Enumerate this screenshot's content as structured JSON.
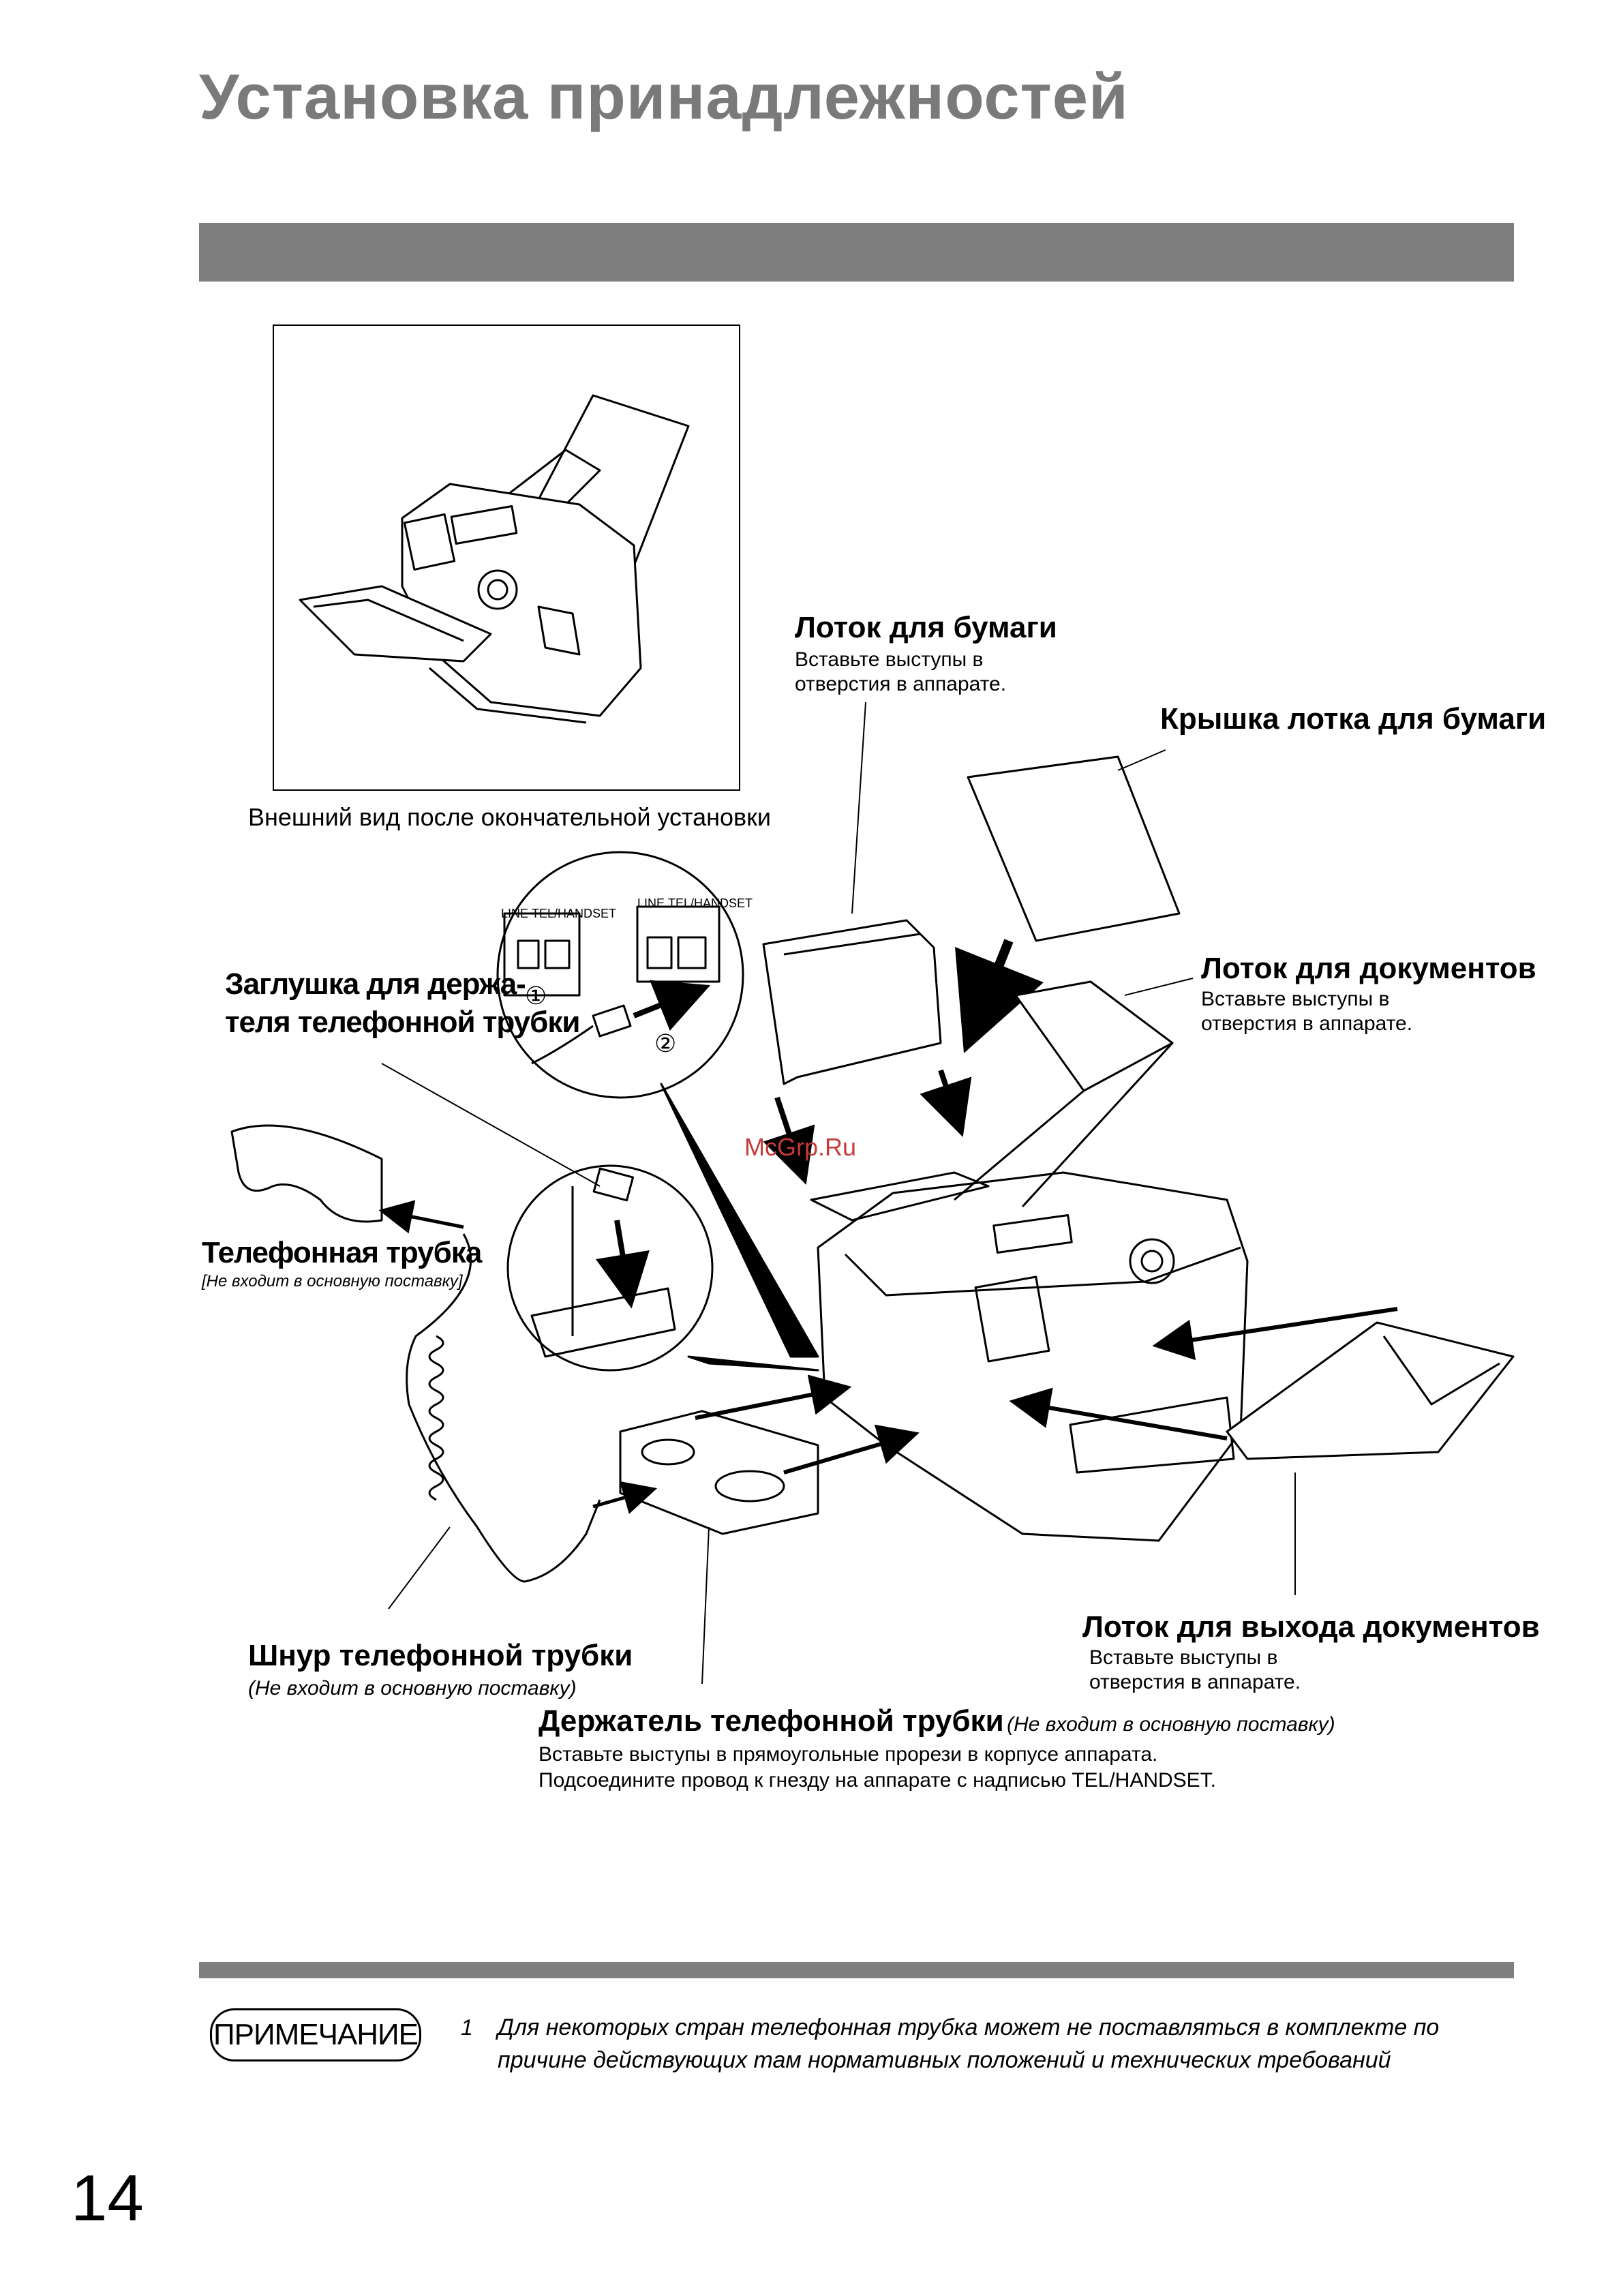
{
  "page": {
    "title": "Установка принадлежностей",
    "page_number": "14",
    "watermark": "McGrp.Ru"
  },
  "inset": {
    "caption": "Внешний вид после окончательной установки"
  },
  "callouts": {
    "paper_tray": {
      "title": "Лоток для бумаги",
      "lines": [
        "Вставьте выступы в",
        "отверстия в аппарате."
      ]
    },
    "paper_tray_cover": {
      "title": "Крышка лотка для бумаги"
    },
    "document_tray": {
      "title": "Лоток для документов",
      "lines": [
        "Вставьте выступы в",
        "отверстия в аппарате."
      ]
    },
    "handset_holder_plug": {
      "title_lines": [
        "Заглушка для держа-",
        "теля телефонной трубки"
      ]
    },
    "handset": {
      "title": "Телефонная трубка",
      "note": "[Не входит в основную поставку]"
    },
    "handset_cord": {
      "title": "Шнур телефонной трубки",
      "note": "(Не входит в основную поставку)"
    },
    "handset_holder": {
      "title": "Держатель телефонной трубки",
      "note": "(Не входит в основную поставку)",
      "lines": [
        "Вставьте выступы в прямоугольные прорези в корпусе аппарата.",
        "Подсоедините провод к гнезду на аппарате с надписью TEL/HANDSET."
      ]
    },
    "document_exit_tray": {
      "title": "Лоток для выхода документов",
      "lines": [
        "Вставьте выступы в",
        "отверстия в аппарате."
      ]
    }
  },
  "jack_labels": {
    "line": "LINE",
    "tel_handset": "TEL/HANDSET",
    "step1": "①",
    "step2": "②"
  },
  "note": {
    "badge": "ПРИМЕЧАНИЕ",
    "number": "1",
    "text": "Для некоторых стран телефонная трубка может не поставляться в комплекте по причине действующих там нормативных положений и технических требований"
  }
}
